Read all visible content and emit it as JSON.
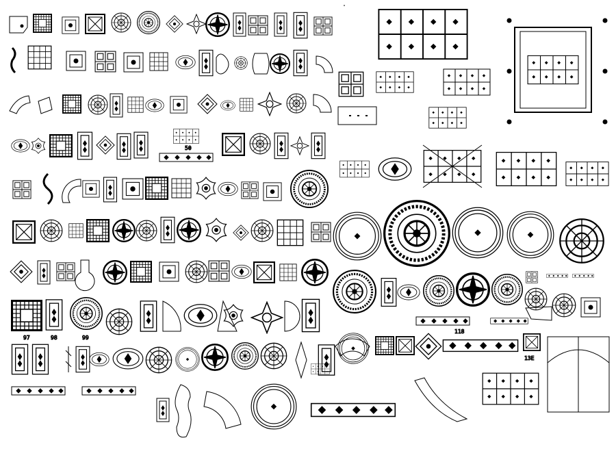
{
  "sheet": {
    "background": "#ffffff",
    "line_color": "#000000",
    "content": "ceiling-pattern-symbols"
  },
  "labels": {
    "n50": "50",
    "n97": "97",
    "n98": "98",
    "n99": "99",
    "n118": "118",
    "n13e": "13E"
  }
}
